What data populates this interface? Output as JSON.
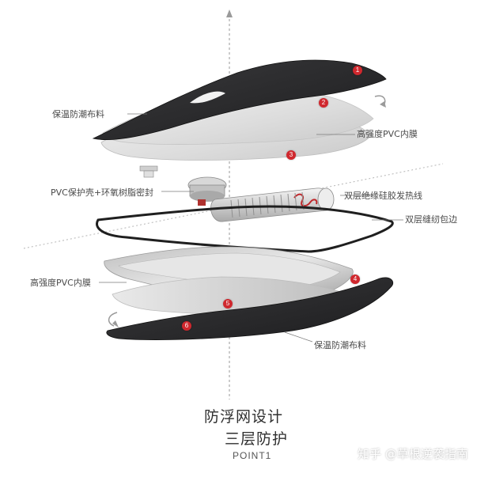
{
  "labels": {
    "top_fabric": "保温防潮布料",
    "top_pvc": "高强度PVC内膜",
    "shell_seal": "PVC保护壳+环氧树脂密封",
    "heating_wire": "双层绝缘硅胶发热线",
    "double_hem": "双层缝纫包边",
    "bottom_pvc": "高强度PVC内膜",
    "bottom_fabric": "保温防潮布料"
  },
  "badges": [
    "1",
    "2",
    "3",
    "4",
    "5",
    "6"
  ],
  "headline": {
    "line1": "防浮网设计",
    "line2": "三层防护",
    "point": "POINT1"
  },
  "watermark": "知乎 @草根逆袭指南",
  "colors": {
    "badge": "#d0282e",
    "fabric": "#2a2a2c",
    "pvc": "#e4e4e4",
    "wire": "#222222"
  }
}
